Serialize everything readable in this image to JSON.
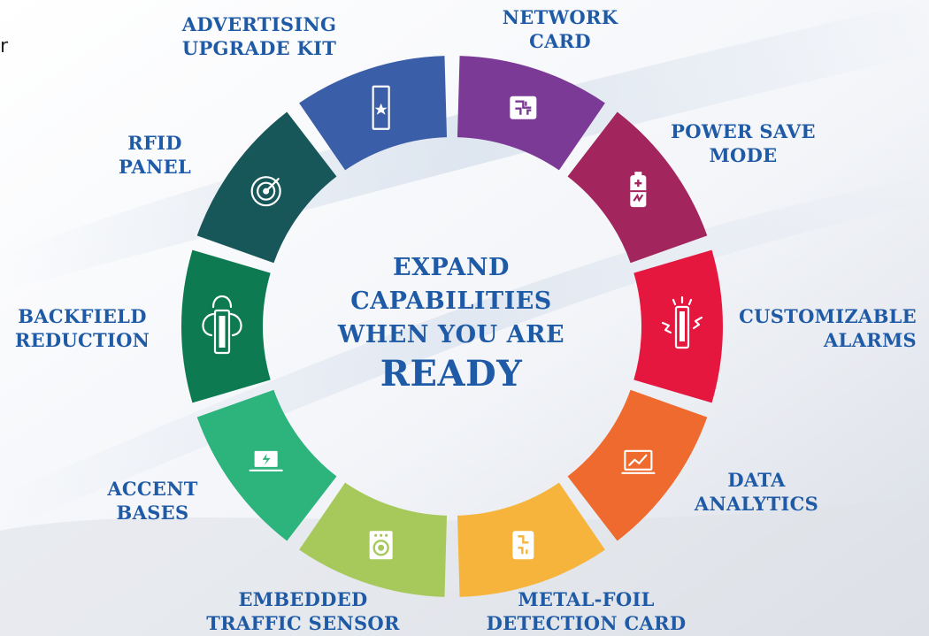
{
  "fragment_text": "r",
  "center": {
    "line1": "EXPAND",
    "line2": "CAPABILITIES",
    "line3": "WHEN YOU ARE",
    "line4": "READY"
  },
  "segments": [
    {
      "id": "network-card",
      "lines": [
        "NETWORK",
        "CARD"
      ],
      "color": "#7b3a96",
      "icon": "circuit-board-icon"
    },
    {
      "id": "power-save-mode",
      "lines": [
        "POWER SAVE",
        "MODE"
      ],
      "color": "#a2255e",
      "icon": "battery-icon"
    },
    {
      "id": "customizable-alarms",
      "lines": [
        "CUSTOMIZABLE",
        "ALARMS"
      ],
      "color": "#e5173f",
      "icon": "alarm-pedestal-icon"
    },
    {
      "id": "data-analytics",
      "lines": [
        "DATA",
        "ANALYTICS"
      ],
      "color": "#ee6a2e",
      "icon": "analytics-monitor-icon"
    },
    {
      "id": "metal-foil-detection-card",
      "lines": [
        "METAL-FOIL",
        "DETECTION CARD"
      ],
      "color": "#f6b43d",
      "icon": "detection-card-icon"
    },
    {
      "id": "embedded-traffic-sensor",
      "lines": [
        "EMBEDDED",
        "TRAFFIC SENSOR"
      ],
      "color": "#a7c95b",
      "icon": "traffic-sensor-icon"
    },
    {
      "id": "accent-bases",
      "lines": [
        "ACCENT",
        "BASES"
      ],
      "color": "#2db37c",
      "icon": "laptop-bolt-icon"
    },
    {
      "id": "backfield-reduction",
      "lines": [
        "BACKFIELD",
        "REDUCTION"
      ],
      "color": "#0e7a52",
      "icon": "backfield-pedestal-icon"
    },
    {
      "id": "rfid-panel",
      "lines": [
        "RFID",
        "PANEL"
      ],
      "color": "#17575a",
      "icon": "rfid-target-icon"
    },
    {
      "id": "advertising-upgrade-kit",
      "lines": [
        "ADVERTISING",
        "UPGRADE KIT"
      ],
      "color": "#3a5ea8",
      "icon": "advertising-pedestal-icon"
    }
  ]
}
